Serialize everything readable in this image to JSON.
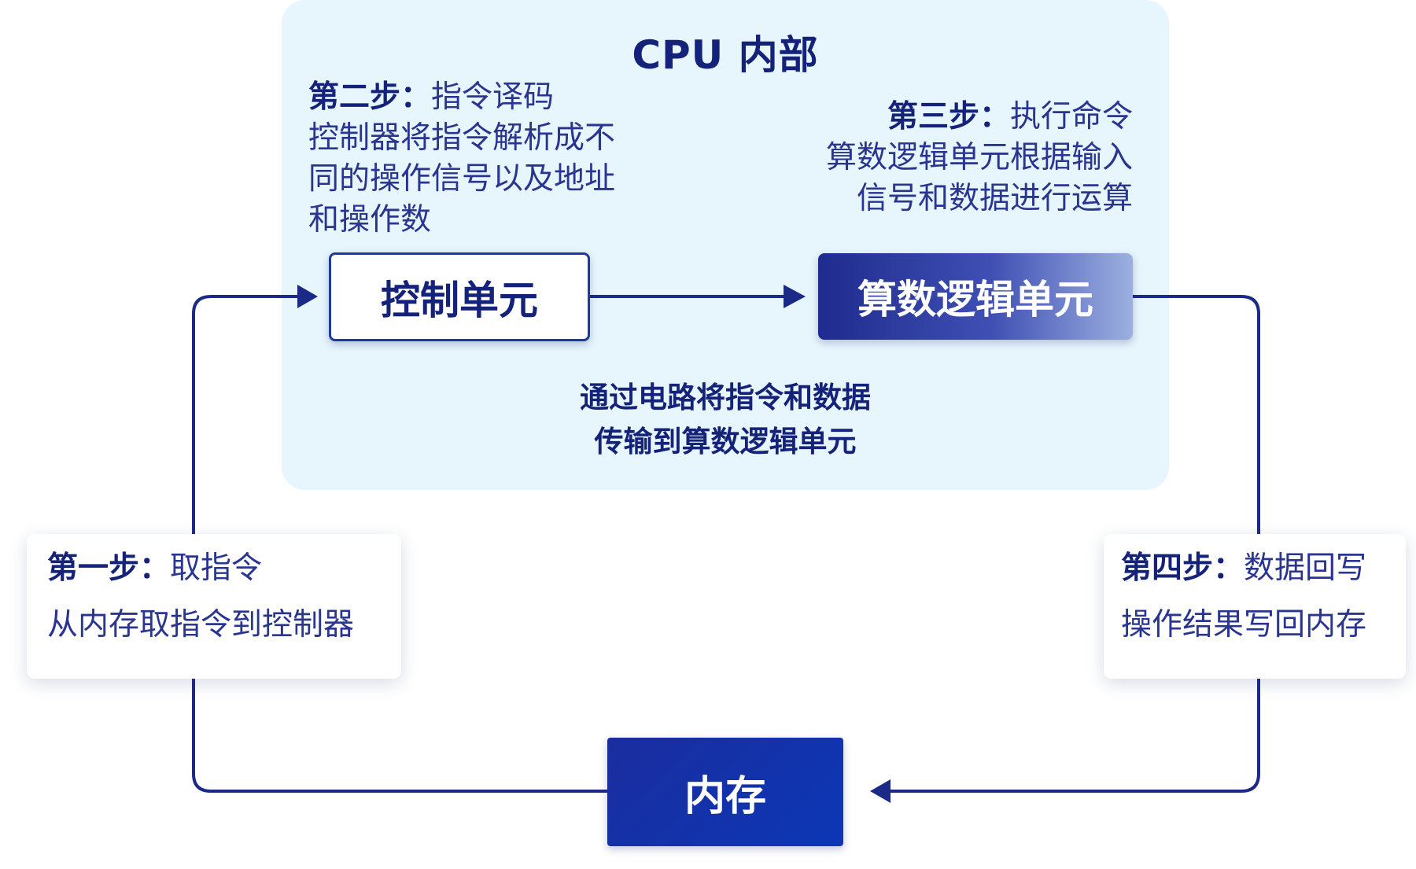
{
  "cpu_panel": {
    "title": "CPU 内部"
  },
  "steps": {
    "step1": {
      "label": "第一步：",
      "title": "取指令",
      "description": "从内存取指令到控制器"
    },
    "step2": {
      "label": "第二步：",
      "title": "指令译码",
      "lines": [
        "控制器将指令解析成不",
        "同的操作信号以及地址",
        "和操作数"
      ]
    },
    "step3": {
      "label": "第三步：",
      "title": "执行命令",
      "lines": [
        "算数逻辑单元根据输入",
        "信号和数据进行运算"
      ]
    },
    "step4": {
      "label": "第四步：",
      "title": "数据回写",
      "description": "操作结果写回内存"
    }
  },
  "nodes": {
    "control_unit": "控制单元",
    "alu": "算数逻辑单元",
    "memory": "内存"
  },
  "transfer": {
    "lines": [
      "通过电路将指令和数据",
      "传输到算数逻辑单元"
    ]
  },
  "colors": {
    "panel_bg": "#e7f5fc",
    "text_dark": "#142379",
    "text_body": "#2a3590",
    "line": "#1b2a86",
    "control_border": "#1a3aa0",
    "alu_gradient_start": "#1f2b8e",
    "alu_gradient_end": "#9cb0e0",
    "memory_bg": "#1a2d9e"
  }
}
